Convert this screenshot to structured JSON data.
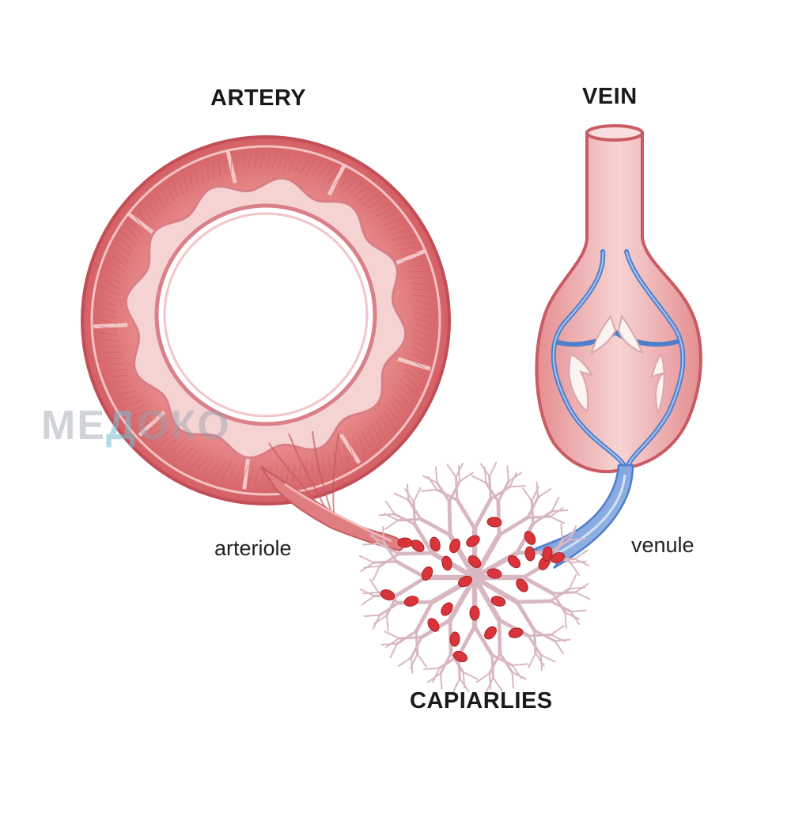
{
  "labels": {
    "artery": "ARTERY",
    "vein": "VEIN",
    "arteriole": "arteriole",
    "venule": "venule",
    "capillaries": "CAPIARLIES"
  },
  "watermark": {
    "part1": "МЕ",
    "part2": "Д",
    "part3": "ОКО"
  },
  "colors": {
    "artery_outer": "#d9646a",
    "artery_muscle": "#e27c7e",
    "artery_inner": "#f2c4c4",
    "vein_wall": "#e79a9c",
    "vein_fill": "#f3c5c5",
    "vein_valve_vessel": "#5b8ad1",
    "venule_blue": "#7fa3dd",
    "capillary": "#d9b7c0",
    "red_cell": "#d8343a"
  }
}
